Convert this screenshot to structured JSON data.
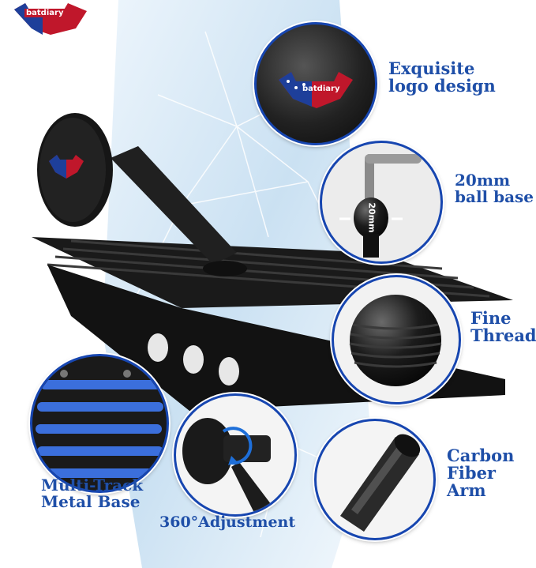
{
  "brand": {
    "name": "batdiary",
    "logo_icon": "bat-flag-logo-icon"
  },
  "callouts": {
    "logo": {
      "line1": "Exquisite",
      "line2": "logo design",
      "bubble_brand": "batdiary"
    },
    "ball": {
      "line1": "20mm",
      "line2": "ball base",
      "engraving": "20mm"
    },
    "thread": {
      "line1": "Fine",
      "line2": "Thread"
    },
    "carbon": {
      "line1": "Carbon",
      "line2": "Fiber",
      "line3": "Arm"
    },
    "adjust": {
      "line1": "360°Adjustment"
    },
    "track": {
      "line1": "Multi-Track",
      "line2": "Metal Base"
    }
  },
  "colors": {
    "label_blue": "#1f4fa8",
    "bubble_border": "#1746b0",
    "metal_black": "#141414",
    "flag_red": "#c0172b"
  }
}
